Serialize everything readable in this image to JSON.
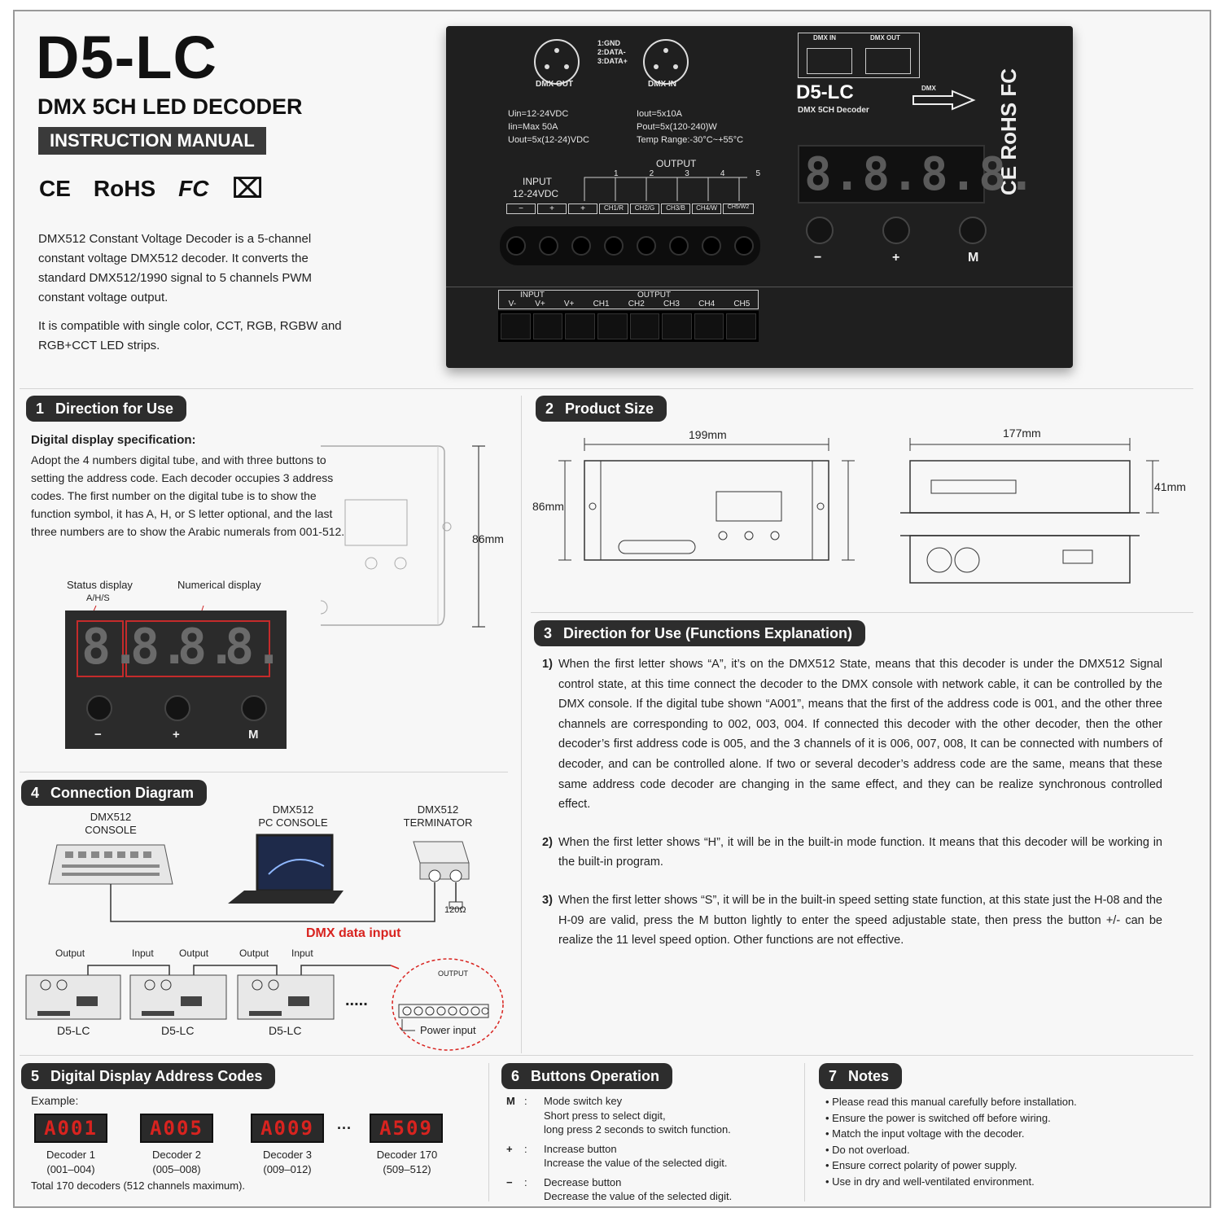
{
  "header": {
    "title": "D5-LC",
    "subtitle": "DMX 5CH LED DECODER",
    "manual": "INSTRUCTION MANUAL",
    "certs": [
      "CE",
      "RoHS",
      "FC",
      "⌧"
    ],
    "intro_1": "DMX512 Constant Voltage Decoder is a 5-channel constant voltage DMX512 decoder. It converts the standard DMX512/1990 signal to 5 channels PWM constant voltage output.",
    "intro_2": "It is compatible with single color, CCT, RGB, RGBW and RGB+CCT LED strips."
  },
  "device": {
    "pin_legend": [
      "1:GND",
      "2:DATA-",
      "3:DATA+"
    ],
    "dmx_out": "DMX OUT",
    "dmx_in": "DMX IN",
    "spec_left": [
      "Uin=12-24VDC",
      "Iin=Max 50A",
      "Uout=5x(12-24)VDC"
    ],
    "spec_right": [
      "Iout=5x10A",
      "Pout=5x(120-240)W",
      "Temp Range:-30°C~+55°C"
    ],
    "rj_in": "DMX IN",
    "rj_out": "DMX OUT",
    "model": "D5-LC",
    "model_sub": "DMX 5CH Decoder",
    "dmx_arrow": "DMX",
    "output_label": "OUTPUT",
    "input_label": "INPUT",
    "input_voltage": "12-24VDC",
    "channel_numbers": [
      "1",
      "2",
      "3",
      "4",
      "5"
    ],
    "terminals": [
      "−",
      "+",
      "+",
      "CH1/R",
      "CH2/G",
      "CH3/B",
      "CH4/W",
      "CH5/W2"
    ],
    "display": "8.8.8.8.",
    "buttons": [
      "−",
      "+",
      "M"
    ],
    "side_certs": "CE RoHS FC",
    "bottom_input": "INPUT",
    "bottom_output": "OUTPUT",
    "bottom_terms": [
      "V-",
      "V+",
      "V+",
      "CH1",
      "CH2",
      "CH3",
      "CH4",
      "CH5"
    ]
  },
  "sec1": {
    "num": "1",
    "title": "Direction for Use",
    "spec_title": "Digital display specification:",
    "spec_body": "Adopt the 4 numbers digital tube, and with three buttons to setting the address code. Each decoder occupies 3 address codes. The first number on the digital tube is to show the function symbol, it has A, H, or S letter optional, and the last three numbers are to show the Arabic numerals from 001-512.",
    "dim": "86mm",
    "status_label": "Status display",
    "status_sub": "A/H/S",
    "numeric_label": "Numerical display",
    "digits": [
      "8.",
      "8.",
      "8.",
      "8."
    ],
    "buttons": [
      "−",
      "+",
      "M"
    ]
  },
  "sec2": {
    "num": "2",
    "title": "Product Size",
    "width": "199mm",
    "height": "86mm",
    "depth": "177mm",
    "thickness": "41mm"
  },
  "sec3": {
    "num": "3",
    "title": "Direction for Use (Functions Explanation)",
    "items": [
      {
        "num": "1)",
        "text": "When the first letter shows “A”, it’s on the DMX512 State, means that this decoder is under the DMX512 Signal control state, at this time connect the decoder to the DMX console with network cable, it can be controlled by the DMX console. If the digital tube shown “A001”, means that the first of the address code is 001, and the other three channels are corresponding to 002, 003, 004. If connected this decoder with the other decoder, then the other decoder’s first address code is 005, and the 3 channels of it is 006, 007, 008, It can be connected with numbers of decoder, and can be controlled alone. If two or several decoder’s address code are the same, means that these same address code decoder are changing in the same effect, and they can be realize synchronous controlled effect."
      },
      {
        "num": "2)",
        "text": "When the first letter shows “H”, it will be in the built-in mode function. It means that this decoder will be working in the built-in program."
      },
      {
        "num": "3)",
        "text": "When the first letter shows “S”, it will be in the built-in speed setting state function, at this state just the H-08 and the H-09 are valid, press the M button lightly to enter the speed adjustable state, then press the button +/- can be realize the 11 level speed option. Other functions are not effective."
      }
    ]
  },
  "sec4": {
    "num": "4",
    "title": "Connection Diagram",
    "console": "DMX512\nCONSOLE",
    "console_l1": "DMX512",
    "console_l2": "CONSOLE",
    "pc_l1": "DMX512",
    "pc_l2": "PC CONSOLE",
    "term_l1": "DMX512",
    "term_l2": "TERMINATOR",
    "resistor": "120Ω",
    "data_input": "DMX data input",
    "io_labels": [
      "Output",
      "Input",
      "Output",
      "Output",
      "Input"
    ],
    "decoders": [
      "D5-LC",
      "D5-LC",
      "D5-LC"
    ],
    "ellipsis": ".....",
    "output": "OUTPUT",
    "power_input": "Power input"
  },
  "sec5": {
    "num": "5",
    "title": "Digital Display Address Codes",
    "example": "Example:",
    "codes": [
      {
        "display": "A001",
        "name": "Decoder 1",
        "range": "(001–004)"
      },
      {
        "display": "A005",
        "name": "Decoder 2",
        "range": "(005–008)"
      },
      {
        "display": "A009",
        "name": "Decoder 3",
        "range": "(009–012)"
      },
      {
        "display": "A509",
        "name": "Decoder 170",
        "range": "(509–512)"
      }
    ],
    "dots": "···",
    "total": "Total 170 decoders (512 channels maximum)."
  },
  "sec6": {
    "num": "6",
    "title": "Buttons Operation",
    "rows": [
      {
        "key": "M",
        "lines": [
          "Mode switch key",
          "Short press to select digit,",
          "long press 2 seconds to switch function."
        ]
      },
      {
        "key": "+",
        "lines": [
          "Increase button",
          "Increase the value of the selected digit."
        ]
      },
      {
        "key": "−",
        "lines": [
          "Decrease button",
          "Decrease the value of the selected digit."
        ]
      }
    ]
  },
  "sec7": {
    "num": "7",
    "title": "Notes",
    "items": [
      "Please read this manual carefully before installation.",
      "Ensure the power is switched off before wiring.",
      "Match the input voltage with the decoder.",
      "Do not overload.",
      "Ensure correct polarity of power supply.",
      "Use in dry and well-ventilated environment."
    ]
  }
}
